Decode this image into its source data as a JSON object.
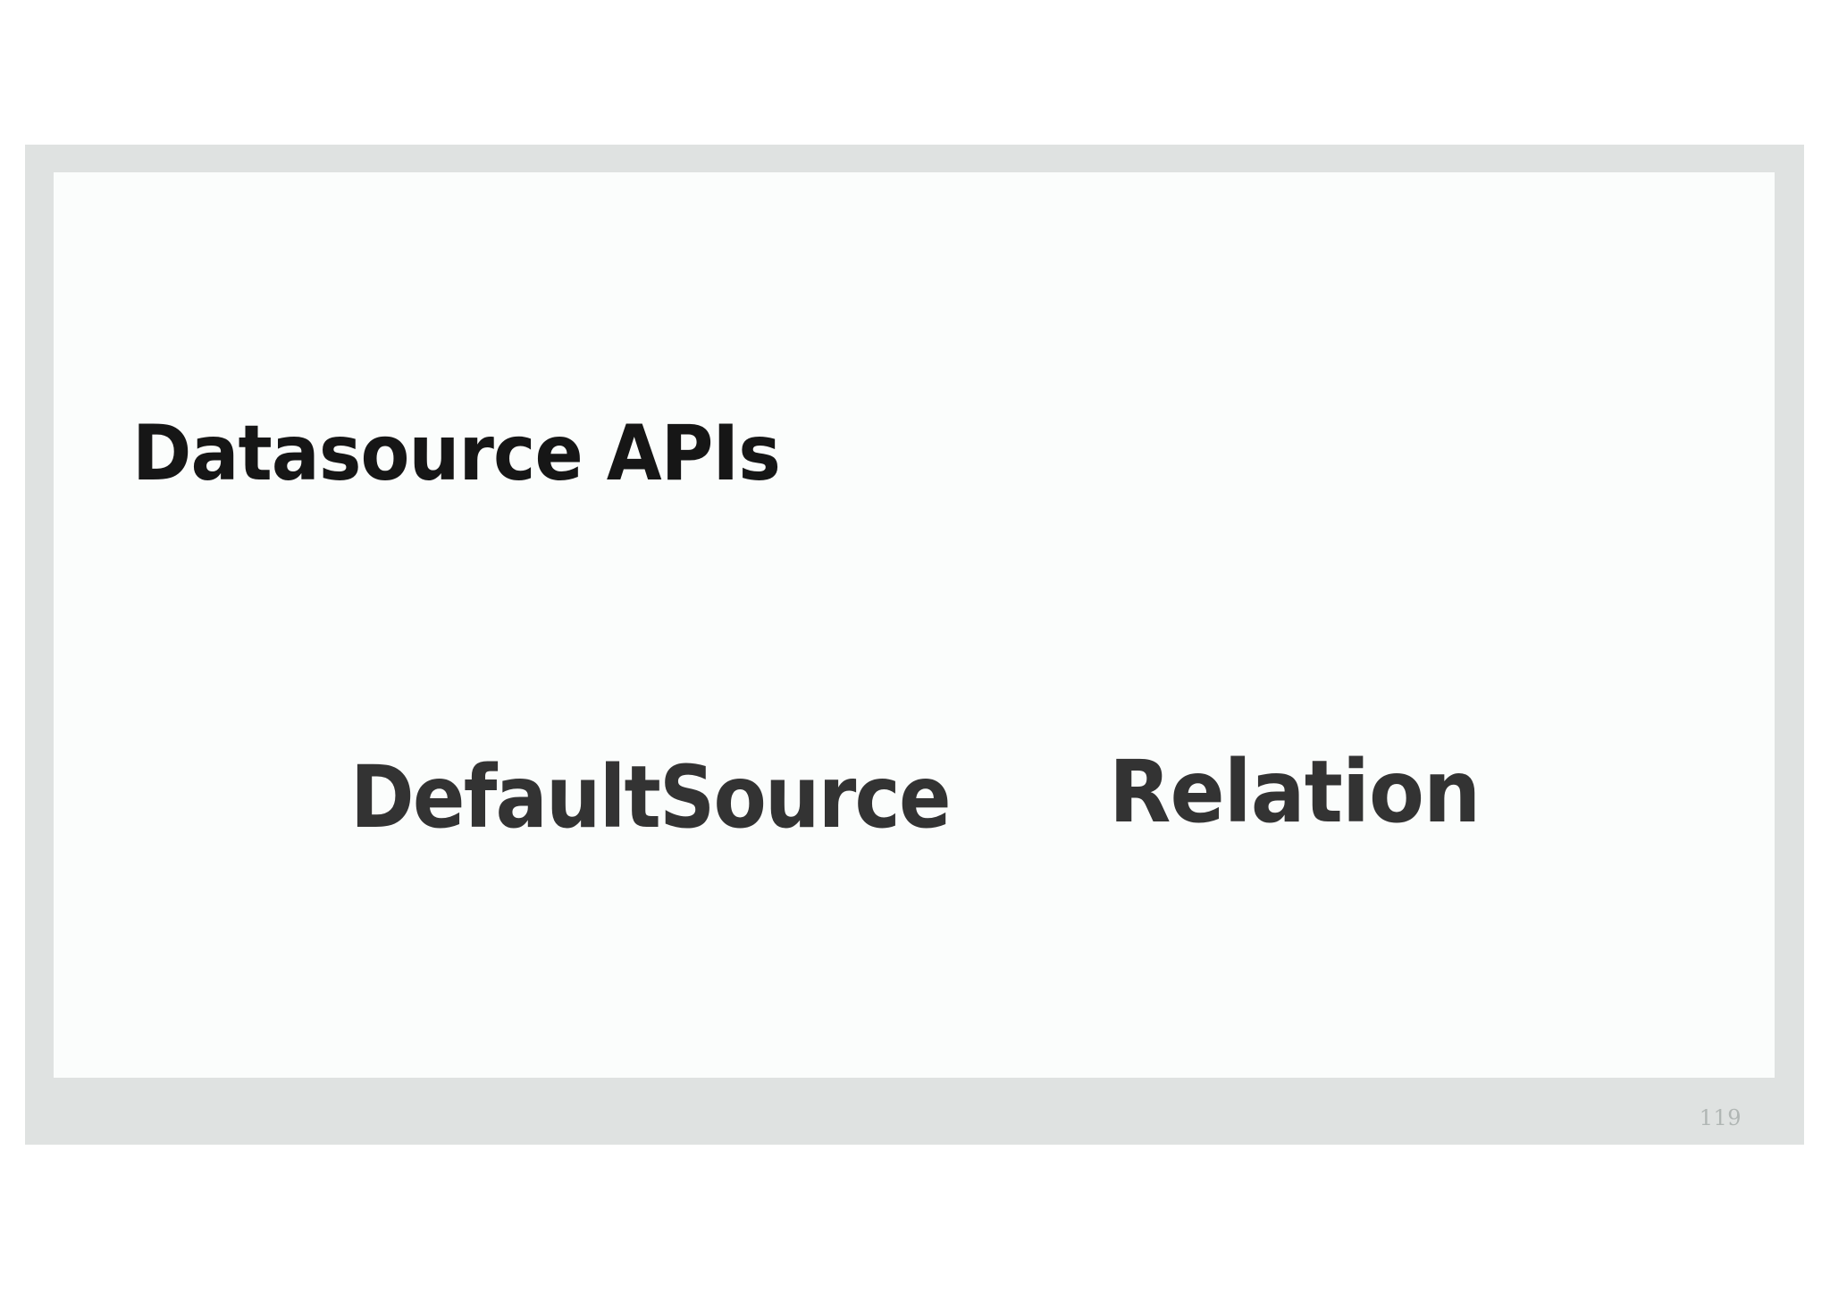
{
  "slide": {
    "title": "Datasource APIs",
    "page_number": "119",
    "concepts": [
      {
        "label": "DefaultSource"
      },
      {
        "label": "Relation"
      }
    ],
    "colors": {
      "page_background": "#ffffff",
      "frame_mat": "#dfe2e1",
      "canvas": "#fbfdfc",
      "title_text": "#161616",
      "concept_text": "#333333",
      "page_number_text": "#b0b6b4"
    }
  }
}
